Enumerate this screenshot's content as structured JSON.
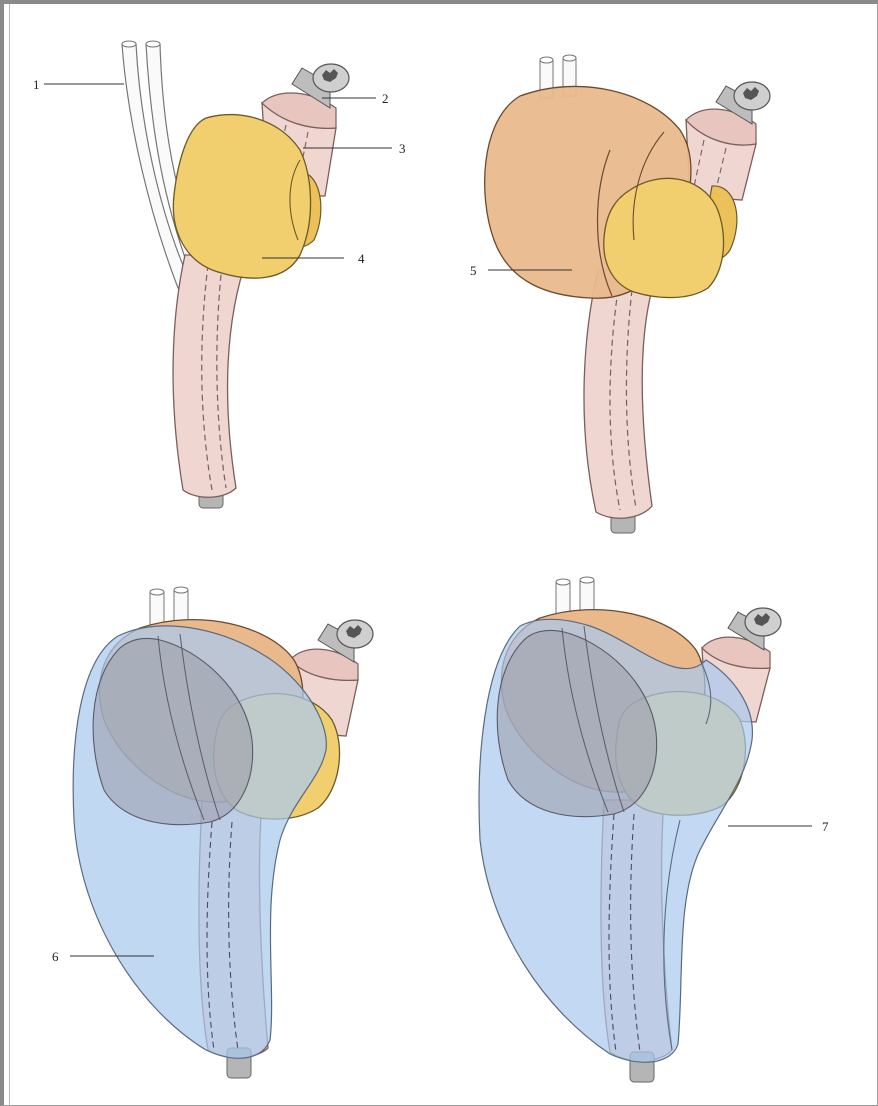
{
  "figure": {
    "labels": [
      "1",
      "2",
      "3",
      "4",
      "5",
      "6",
      "7"
    ]
  },
  "colors": {
    "tube": "#efd6d0",
    "tube_stroke": "#7a5f5a",
    "core": "#b5b5b5",
    "yellow_balloon": "#f2cf6e",
    "orange_balloon": "#e9b98c",
    "blue_balloon": "#a9c9ee",
    "white_tube": "#fafafa"
  }
}
